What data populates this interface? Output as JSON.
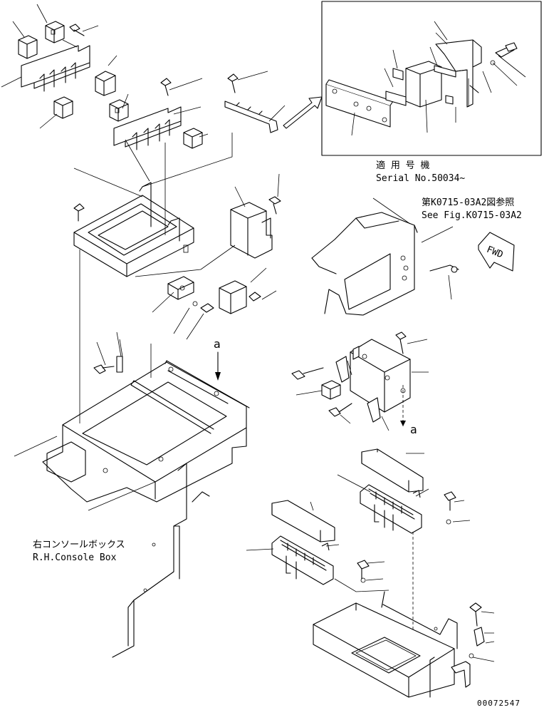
{
  "labels": {
    "serial_line1": "適 用 号 機",
    "serial_line2": "Serial No.50034~",
    "ref_line1": "第K0715-03A2図参照",
    "ref_line2": "See Fig.K0715-03A2",
    "fwd": "FWD",
    "view_a_top": "a",
    "view_a_bottom": "a",
    "console_jp": "右コンソールボックス",
    "console_en": "R.H.Console Box",
    "drawing_number": "00072547"
  }
}
